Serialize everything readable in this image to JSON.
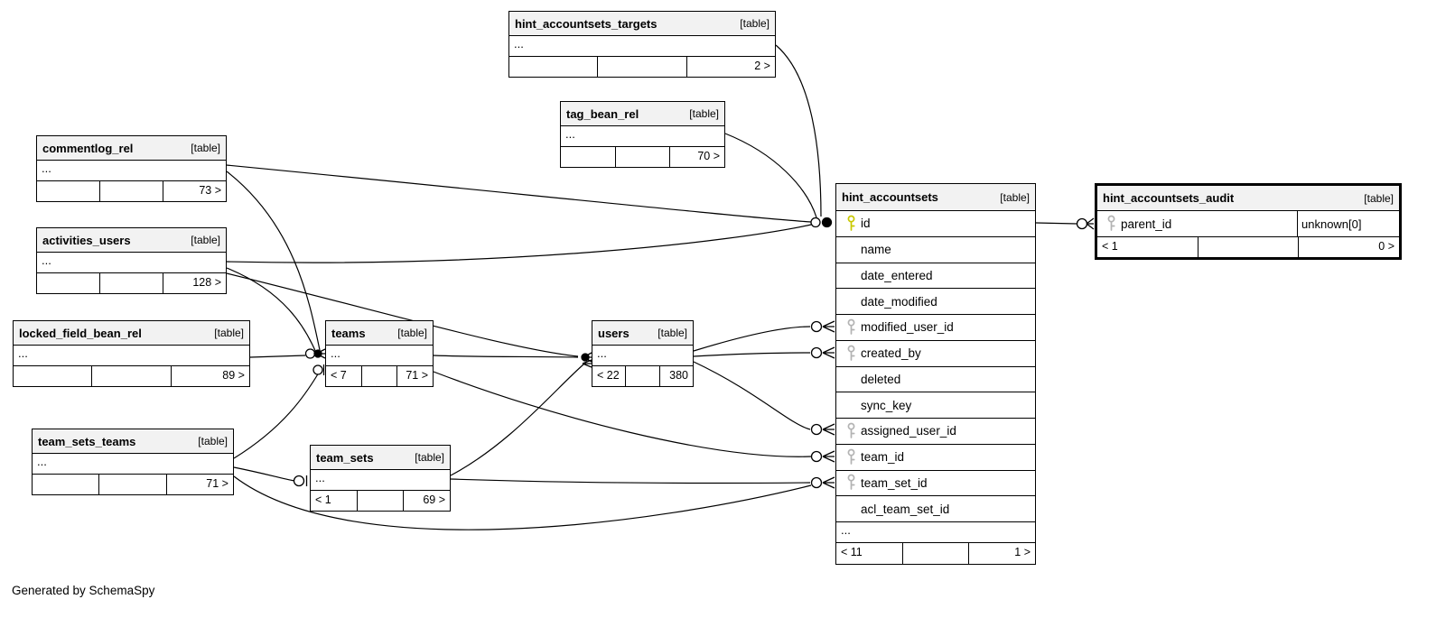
{
  "generated_by": "Generated by SchemaSpy",
  "colors": {
    "primary_key": "#c8c800",
    "foreign_key": "#b3b3b3",
    "header_bg": "#f2f2f2",
    "border": "#000000"
  },
  "tables": [
    {
      "name": "hint_accountsets_targets",
      "tag": "[table]",
      "ellipsis": "...",
      "footer": [
        "",
        "",
        "2 >"
      ]
    },
    {
      "name": "tag_bean_rel",
      "tag": "[table]",
      "ellipsis": "...",
      "footer": [
        "",
        "",
        "70 >"
      ]
    },
    {
      "name": "commentlog_rel",
      "tag": "[table]",
      "ellipsis": "...",
      "footer": [
        "",
        "",
        "73 >"
      ]
    },
    {
      "name": "activities_users",
      "tag": "[table]",
      "ellipsis": "...",
      "footer": [
        "",
        "",
        "128 >"
      ]
    },
    {
      "name": "locked_field_bean_rel",
      "tag": "[table]",
      "ellipsis": "...",
      "footer": [
        "",
        "",
        "89 >"
      ]
    },
    {
      "name": "team_sets_teams",
      "tag": "[table]",
      "ellipsis": "...",
      "footer": [
        "",
        "",
        "71 >"
      ]
    },
    {
      "name": "teams",
      "tag": "[table]",
      "ellipsis": "...",
      "footer": [
        "< 7",
        "",
        "71 >"
      ]
    },
    {
      "name": "team_sets",
      "tag": "[table]",
      "ellipsis": "...",
      "footer": [
        "< 1",
        "",
        "69 >"
      ]
    },
    {
      "name": "users",
      "tag": "[table]",
      "ellipsis": "...",
      "footer": [
        "< 22",
        "",
        "380 >"
      ]
    }
  ],
  "main_table": {
    "name": "hint_accountsets",
    "tag": "[table]",
    "ellipsis": "...",
    "footer": [
      "< 11",
      "",
      "1 >"
    ],
    "columns": [
      {
        "label": "id",
        "key": "primary"
      },
      {
        "label": "name",
        "key": "none"
      },
      {
        "label": "date_entered",
        "key": "none"
      },
      {
        "label": "date_modified",
        "key": "none"
      },
      {
        "label": "modified_user_id",
        "key": "foreign"
      },
      {
        "label": "created_by",
        "key": "foreign"
      },
      {
        "label": "deleted",
        "key": "none"
      },
      {
        "label": "sync_key",
        "key": "none"
      },
      {
        "label": "assigned_user_id",
        "key": "foreign"
      },
      {
        "label": "team_id",
        "key": "foreign"
      },
      {
        "label": "team_set_id",
        "key": "foreign"
      },
      {
        "label": "acl_team_set_id",
        "key": "none"
      }
    ]
  },
  "audit_table": {
    "name": "hint_accountsets_audit",
    "tag": "[table]",
    "column": {
      "label": "parent_id",
      "key": "foreign",
      "type": "unknown[0]"
    },
    "footer": [
      "< 1",
      "",
      "0 >"
    ]
  }
}
